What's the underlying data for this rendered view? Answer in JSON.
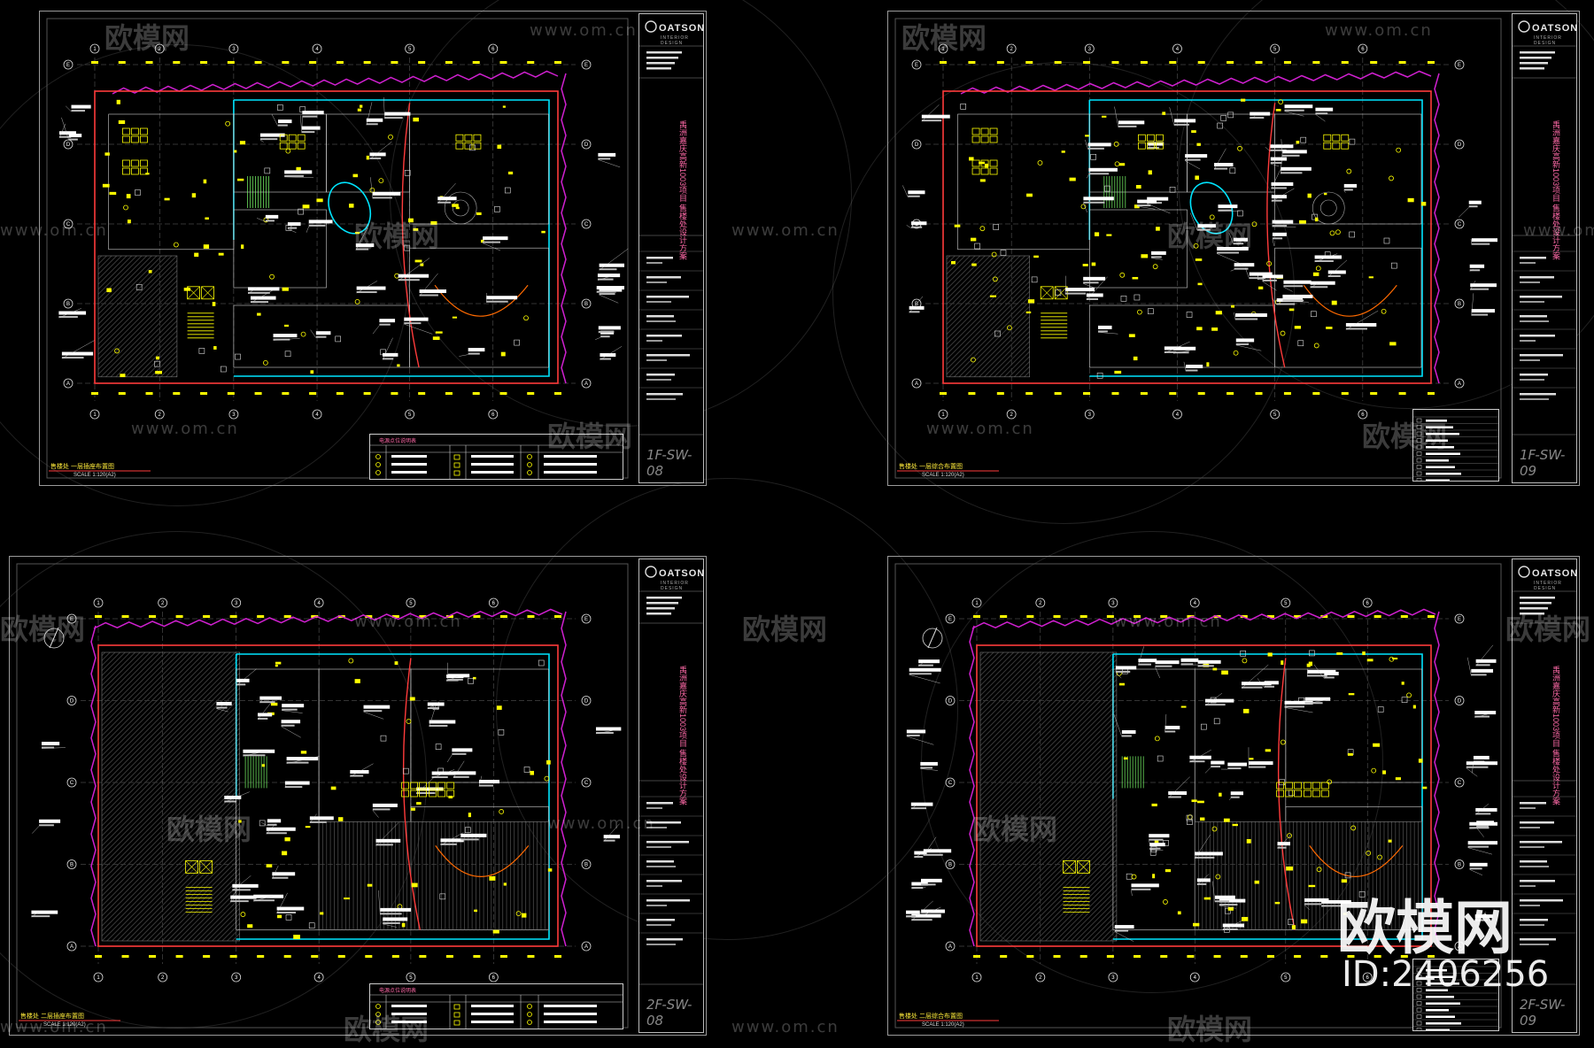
{
  "brand": {
    "name": "OATSON",
    "subtitle": "INTERIOR DESIGN"
  },
  "project_vertical_text": "禹洲嘉庆高新1003项目 售楼处设计方案",
  "sheets": [
    {
      "id": "sheet-1",
      "sheet_no": "1F-SW-08",
      "caption": "售楼处 一层插座布置图",
      "scale": "SCALE 1:120(A2)",
      "legend_title": "电源点位说明表",
      "has_legend": true
    },
    {
      "id": "sheet-2",
      "sheet_no": "1F-SW-09",
      "caption": "售楼处 一层综合布置图",
      "scale": "SCALE 1:120(A2)",
      "legend_title": "",
      "has_legend": false
    },
    {
      "id": "sheet-3",
      "sheet_no": "2F-SW-08",
      "caption": "售楼处 二层插座布置图",
      "scale": "SCALE 1:120(A2)",
      "legend_title": "电源点位说明表",
      "has_legend": true
    },
    {
      "id": "sheet-4",
      "sheet_no": "2F-SW-09",
      "caption": "售楼处 二层综合布置图",
      "scale": "SCALE 1:120(A2)",
      "legend_title": "",
      "has_legend": false
    }
  ],
  "grid_labels": {
    "columns": [
      "1",
      "2",
      "3",
      "4",
      "5",
      "6"
    ],
    "rows": [
      "A",
      "B",
      "C",
      "D",
      "E"
    ]
  },
  "watermarks": {
    "url": "www.om.cn",
    "cn": "欧模网",
    "big": "欧模网",
    "id": "ID:2406256"
  },
  "colors": {
    "wall": "#ff3b3b",
    "glass": "#00e5ff",
    "facade": "#d020d0",
    "fixture": "#ffff00",
    "annotation": "#ffffff",
    "frame": "#9a9a9a"
  }
}
